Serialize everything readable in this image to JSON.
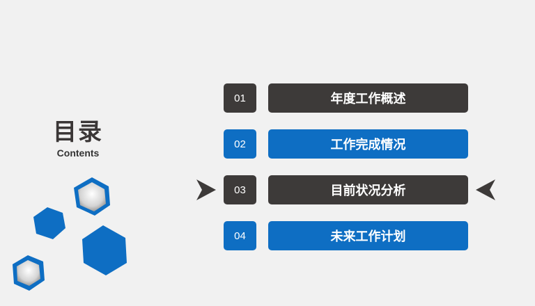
{
  "title": {
    "main": "目录",
    "sub": "Contents"
  },
  "items": [
    {
      "number": "01",
      "label": "年度工作概述",
      "style": "dark"
    },
    {
      "number": "02",
      "label": "工作完成情况",
      "style": "blue"
    },
    {
      "number": "03",
      "label": "目前状况分析",
      "style": "dark"
    },
    {
      "number": "04",
      "label": "未来工作计划",
      "style": "blue"
    }
  ],
  "colors": {
    "dark": "#3d3a39",
    "blue": "#0e6ec3",
    "background": "#f1f1f1"
  },
  "active_item": "03",
  "icons": [
    "arrow-right-icon",
    "arrow-left-icon",
    "hexagon-icon"
  ]
}
